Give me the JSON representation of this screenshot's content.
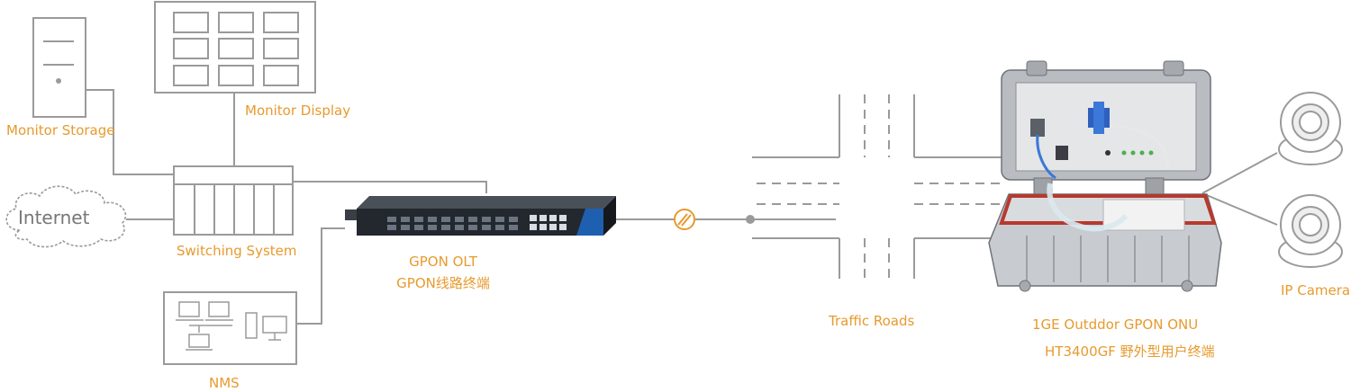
{
  "colors": {
    "line": "#9a9a9a",
    "label": "#e79a2e",
    "device_dark": "#2a2f36",
    "olt_accent": "#1f5fb0",
    "onu_body": "#c8ccd0",
    "onu_gasket": "#b7392f"
  },
  "nodes": {
    "monitor_storage": {
      "label": "Monitor Storage",
      "icon": "server-tower-icon"
    },
    "monitor_display": {
      "label": "Monitor Display",
      "icon": "video-wall-icon"
    },
    "internet": {
      "label": "Internet",
      "icon": "cloud-icon"
    },
    "switching_system": {
      "label": "Switching System",
      "icon": "switch-rack-icon"
    },
    "nms": {
      "label": "NMS",
      "icon": "network-computers-icon"
    },
    "gpon_olt": {
      "label": "GPON OLT",
      "sublabel": "GPON线路终端",
      "icon": "olt-device-icon"
    },
    "splitter": {
      "icon": "optical-splitter-icon"
    },
    "traffic_roads": {
      "label": "Traffic Roads",
      "icon": "road-intersection-icon"
    },
    "onu": {
      "label": "1GE Outddor GPON  ONU",
      "sublabel": "HT3400GF  野外型用户终端",
      "icon": "outdoor-onu-box-icon"
    },
    "ip_camera": {
      "label": "IP Camera",
      "icon": "dome-camera-icon"
    }
  }
}
